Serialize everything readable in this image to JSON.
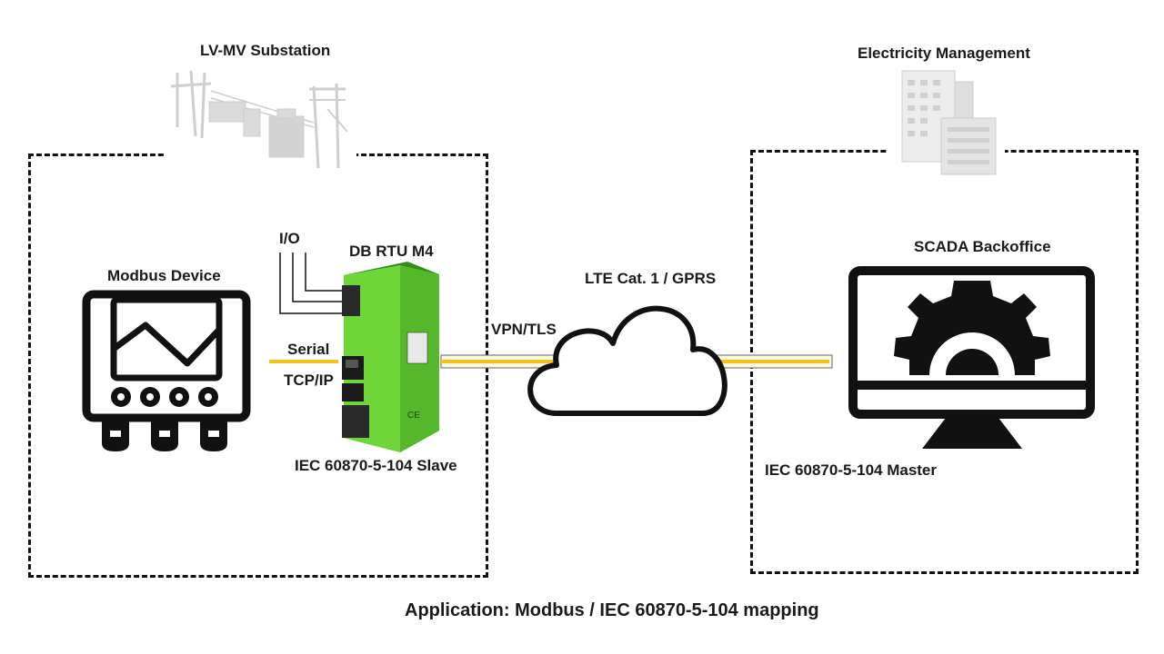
{
  "left_zone": {
    "title": "LV-MV  Substation",
    "icon": "substation-illustration"
  },
  "right_zone": {
    "title": "Electricity  Management",
    "icon": "office-building-illustration"
  },
  "modbus_device": {
    "title": "Modbus  Device",
    "icon": "meter-device-icon"
  },
  "rtu": {
    "title": "DB RTU M4",
    "icon": "din-rail-rtu-image",
    "body_color": "#6fd63a",
    "io_label": "I/O",
    "serial_label": "Serial",
    "tcpip_label": "TCP/IP",
    "role_label": "IEC 60870-5-104 Slave"
  },
  "network": {
    "link_label": "LTE Cat. 1 / GPRS",
    "vpn_label": "VPN/TLS",
    "icon": "cloud-icon",
    "line_color": "#f2c21b"
  },
  "scada": {
    "title": "SCADA Backoffice",
    "icon": "monitor-gear-icon",
    "role_label": "IEC 60870-5-104 Master"
  },
  "footer": {
    "caption": "Application: Modbus / IEC 60870-5-104  mapping"
  }
}
